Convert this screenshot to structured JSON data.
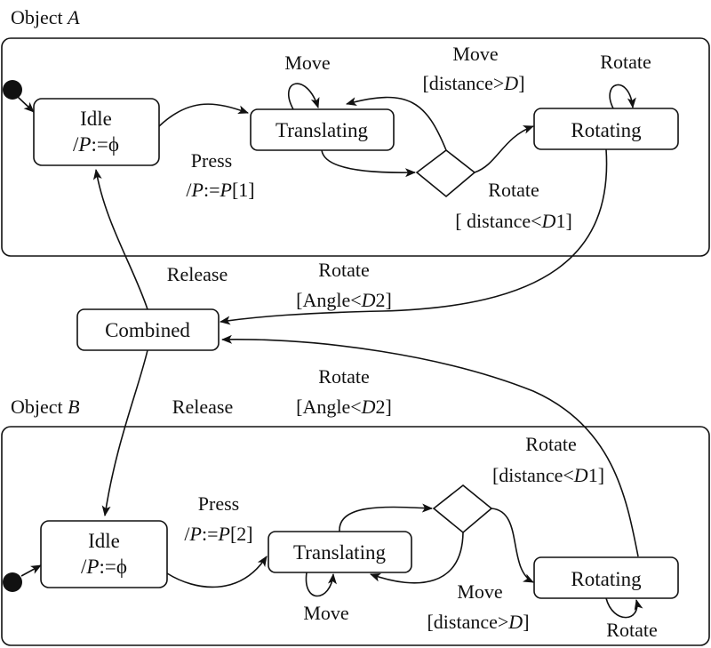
{
  "objectA": {
    "title_prefix": "Object ",
    "title_name": "A",
    "idle": {
      "line1": "Idle",
      "line2_pre": "/",
      "line2_var": "P",
      "line2_post": ":=ϕ"
    },
    "translating": "Translating",
    "rotating": "Rotating",
    "self_move": "Move",
    "self_rotate": "Rotate",
    "press": {
      "line1": "Press",
      "pre": "/",
      "v1": "P",
      "mid": ":=",
      "v2": "P",
      "post": "[1]"
    },
    "move_back": {
      "line1": "Move",
      "pre": "[distance>",
      "var": "D",
      "post": "]"
    },
    "rotate_guard": {
      "line1": "Rotate",
      "pre": "[ distance<",
      "var": "D",
      "post": "1]"
    }
  },
  "combined": {
    "label": "Combined",
    "release_a": "Release",
    "release_b": "Release",
    "rotate_a": {
      "line1": "Rotate",
      "pre": "[Angle<",
      "var": "D",
      "post": "2]"
    },
    "rotate_b": {
      "line1": "Rotate",
      "pre": "[Angle<",
      "var": "D",
      "post": "2]"
    }
  },
  "objectB": {
    "title_prefix": "Object ",
    "title_name": "B",
    "idle": {
      "line1": "Idle",
      "line2_pre": "/",
      "line2_var": "P",
      "line2_post": ":=ϕ"
    },
    "translating": "Translating",
    "rotating": "Rotating",
    "self_move": "Move",
    "self_rotate": "Rotate",
    "press": {
      "line1": "Press",
      "pre": "/",
      "v1": "P",
      "mid": ":=",
      "v2": "P",
      "post": "[2]"
    },
    "move_back": {
      "line1": "Move",
      "pre": "[distance>",
      "var": "D",
      "post": "]"
    },
    "rotate_guard": {
      "line1": "Rotate",
      "pre": "[distance<",
      "var": "D",
      "post": "1]"
    }
  }
}
